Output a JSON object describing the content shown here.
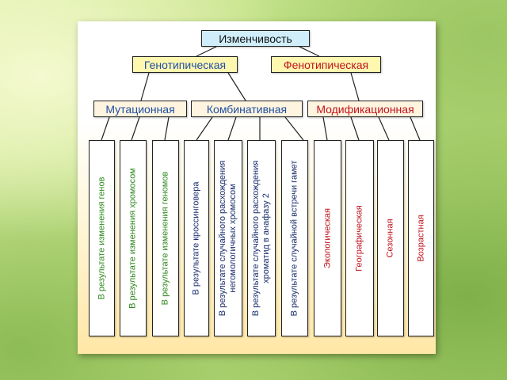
{
  "root": {
    "label": "Изменчивость"
  },
  "level1": {
    "genotypic": "Генотипическая",
    "phenotypic": "Фенотипическая"
  },
  "level2": {
    "mutational": "Мутационная",
    "combinative": "Комбинативная",
    "modification": "Модификационная"
  },
  "leaves": [
    {
      "label": "В результате изменения генов",
      "group": "mutational"
    },
    {
      "label": "В результате изменения хромосом",
      "group": "mutational"
    },
    {
      "label": "В результате изменения геномов",
      "group": "mutational"
    },
    {
      "label": "В результате кроссинговера",
      "group": "combinative"
    },
    {
      "label": "В результате случайного расхождения\nнегомологичных  хромосом",
      "group": "combinative"
    },
    {
      "label": "В результате случайного расхождения\nхроматид в анафазу 2",
      "group": "combinative"
    },
    {
      "label": "В результате случайной встречи гамет",
      "group": "combinative"
    },
    {
      "label": "Экологическая",
      "group": "modification"
    },
    {
      "label": "Географическая",
      "group": "modification"
    },
    {
      "label": "Сезонная",
      "group": "modification"
    },
    {
      "label": "Возрастная",
      "group": "modification"
    }
  ],
  "colors": {
    "genotypic_text": "#1f4ea3",
    "phenotypic_text": "#c0141d",
    "mutational_leaves": "#2f8a1f",
    "combinative_leaves": "#1b2f6e",
    "modification_leaves": "#c0141d",
    "root_fill": "#cfeefa",
    "level1_fill": "#fdf7b0"
  }
}
